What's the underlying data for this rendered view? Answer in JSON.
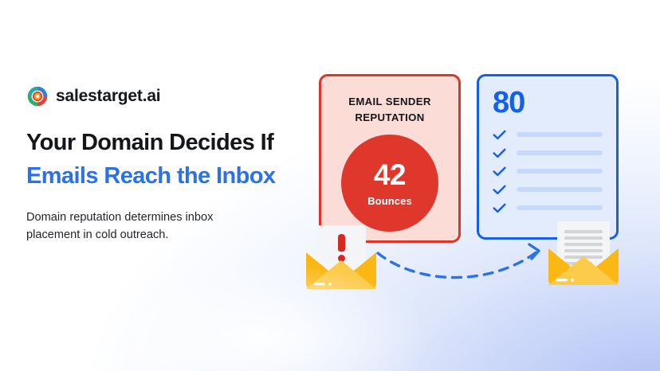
{
  "brand": {
    "name": "salestarget.ai",
    "logo_icon": "target-bullseye-icon",
    "logo_colors": {
      "ring_blue": "#2f80d8",
      "ring_red": "#e0453a",
      "ring_green": "#2fae6b",
      "ring_teal": "#2aa9a0",
      "center": "#f5a623"
    }
  },
  "hero": {
    "headline_part1": "Your Domain Decides",
    "headline_part2": "If ",
    "headline_accent": "Emails Reach the Inbox",
    "subcopy": "Domain reputation determines inbox placement in cold outreach."
  },
  "colors": {
    "accent_blue": "#2b72e8",
    "card_red_border": "#e0342a",
    "card_red_fill": "#fbdcd7",
    "circle_red": "#e0372c",
    "card_blue_border": "#1560e8",
    "card_blue_fill": "#e3ecfd",
    "envelope_yellow": "#fcbd14",
    "text_dark": "#14161b"
  },
  "reputation_card": {
    "title": "EMAIL SENDER REPUTATION",
    "metric_value": "42",
    "metric_label": "Bounces"
  },
  "score_card": {
    "score": "80",
    "checklist_rows": [
      {
        "icon": "check-icon",
        "line_width": "88%"
      },
      {
        "icon": "check-icon",
        "line_width": "88%"
      },
      {
        "icon": "check-icon",
        "line_width": "92%"
      },
      {
        "icon": "check-icon",
        "line_width": "90%"
      },
      {
        "icon": "check-icon",
        "line_width": "86%"
      }
    ]
  },
  "envelopes": {
    "left": {
      "icon": "envelope-alert-icon",
      "letter_icon": "exclamation-mark-icon",
      "meaning": "bounced email"
    },
    "right": {
      "icon": "envelope-delivered-icon",
      "letter_icon": "document-lines-icon",
      "meaning": "delivered email",
      "doc_line_count": 6
    },
    "connector": {
      "icon": "dashed-curved-arrow-icon",
      "color": "#2b72e8"
    }
  }
}
